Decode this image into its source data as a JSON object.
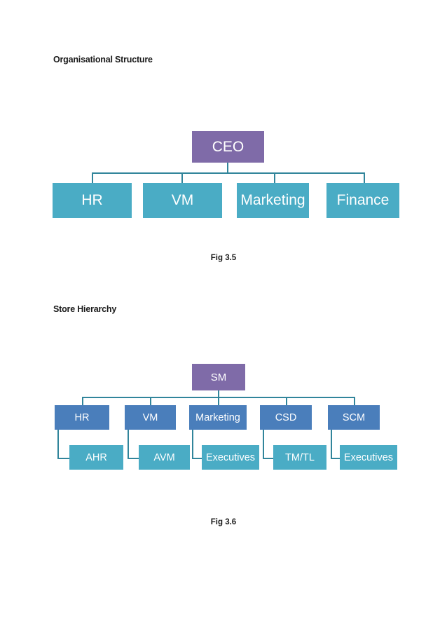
{
  "document": {
    "page_background": "#ffffff",
    "text_color": "#1a1a1a"
  },
  "palette": {
    "root_purple": "#7f6ba8",
    "teal": "#4aacc5",
    "blue": "#4a7ebb",
    "connector": "#31859b",
    "node_text": "#ffffff"
  },
  "sections": [
    {
      "heading": "Organisational Structure",
      "caption": "Fig 3.5"
    },
    {
      "heading": "Store Hierarchy",
      "caption": "Fig 3.6"
    }
  ],
  "chart_data": [
    {
      "type": "org-chart",
      "title": "Organisational Structure",
      "caption": "Fig 3.5",
      "levels": 2,
      "root": {
        "label": "CEO",
        "color": "#7f6ba8"
      },
      "children": [
        {
          "label": "HR",
          "color": "#4aacc5"
        },
        {
          "label": "VM",
          "color": "#4aacc5"
        },
        {
          "label": "Marketing",
          "color": "#4aacc5"
        },
        {
          "label": "Finance",
          "color": "#4aacc5"
        }
      ]
    },
    {
      "type": "org-chart",
      "title": "Store Hierarchy",
      "caption": "Fig 3.6",
      "levels": 3,
      "root": {
        "label": "SM",
        "color": "#7f6ba8"
      },
      "children": [
        {
          "label": "HR",
          "color": "#4a7ebb",
          "child": {
            "label": "AHR",
            "color": "#4aacc5"
          }
        },
        {
          "label": "VM",
          "color": "#4a7ebb",
          "child": {
            "label": "AVM",
            "color": "#4aacc5"
          }
        },
        {
          "label": "Marketing",
          "color": "#4a7ebb",
          "child": {
            "label": "Executives",
            "color": "#4aacc5"
          }
        },
        {
          "label": "CSD",
          "color": "#4a7ebb",
          "child": {
            "label": "TM/TL",
            "color": "#4aacc5"
          }
        },
        {
          "label": "SCM",
          "color": "#4a7ebb",
          "child": {
            "label": "Executives",
            "color": "#4aacc5"
          }
        }
      ]
    }
  ],
  "diagram1": {
    "root": "CEO",
    "n1": "HR",
    "n2": "VM",
    "n3": "Marketing",
    "n4": "Finance"
  },
  "diagram2": {
    "root": "SM",
    "l1a": "HR",
    "l1b": "VM",
    "l1c": "Marketing",
    "l1d": "CSD",
    "l1e": "SCM",
    "l2a": "AHR",
    "l2b": "AVM",
    "l2c": "Executives",
    "l2d": "TM/TL",
    "l2e": "Executives"
  }
}
